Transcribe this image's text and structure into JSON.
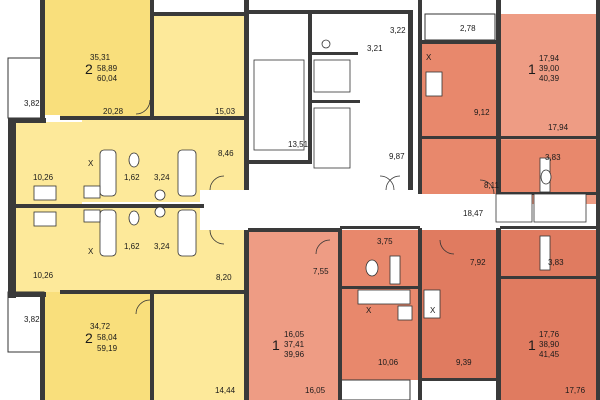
{
  "colors": {
    "yellow_apartment": "#fde99a",
    "yellow_room": "#f9df7c",
    "salmon_apartment": "#ee9c84",
    "salmon_room": "#e8886c",
    "salmon_dark": "#e07b60",
    "core": "#ffffff",
    "wall": "#3a3a3a"
  },
  "apartments": [
    {
      "rooms": "2",
      "living": "35,31",
      "total": "58,89",
      "total_with_balcony": "60,04"
    },
    {
      "rooms": "1",
      "living": "17,94",
      "total": "39,00",
      "total_with_balcony": "40,39"
    },
    {
      "rooms": "2",
      "living": "34,72",
      "total": "58,04",
      "total_with_balcony": "59,19"
    },
    {
      "rooms": "1",
      "living": "16,05",
      "total": "37,41",
      "total_with_balcony": "39,96"
    },
    {
      "rooms": "1",
      "living": "17,76",
      "total": "38,90",
      "total_with_balcony": "41,45"
    }
  ],
  "room_labels": [
    "3,82",
    "20,28",
    "15,03",
    "10,26",
    "8,46",
    "1,62",
    "3,24",
    "1,62",
    "3,24",
    "10,26",
    "8,20",
    "3,82",
    "14,44",
    "16,05",
    "7,55",
    "3,75",
    "10,06",
    "9,39",
    "7,92",
    "3,83",
    "17,76",
    "8,11",
    "3,83",
    "17,94",
    "9,12",
    "2,78",
    "3,21",
    "3,22",
    "13,51",
    "9,87",
    "18,47"
  ],
  "marks": [
    "X",
    "X",
    "X",
    "X",
    "X"
  ]
}
